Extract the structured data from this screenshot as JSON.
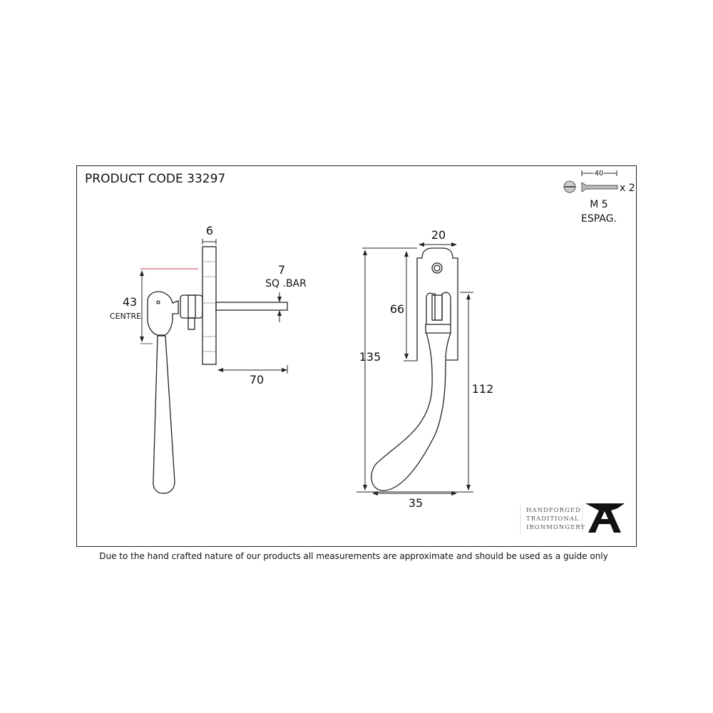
{
  "title": "PRODUCT CODE 33297",
  "footer": "Due to the hand crafted nature of our products all measurements are approximate and should be used as a guide only",
  "screw": {
    "length": "40",
    "qty": "x 2",
    "size": "M 5",
    "type": "ESPAG."
  },
  "side_view": {
    "plate_thickness": "6",
    "bar_size": "7",
    "bar_label": "SQ .BAR",
    "centre": "43",
    "centre_label": "CENTRE",
    "bar_length": "70"
  },
  "front_view": {
    "width": "20",
    "plate_height": "66",
    "overall_height": "135",
    "handle_height": "112",
    "projection": "35"
  },
  "logo": {
    "lines": [
      "HANDFORGED",
      "TRADITIONAL",
      "IRONMONGERY"
    ]
  }
}
